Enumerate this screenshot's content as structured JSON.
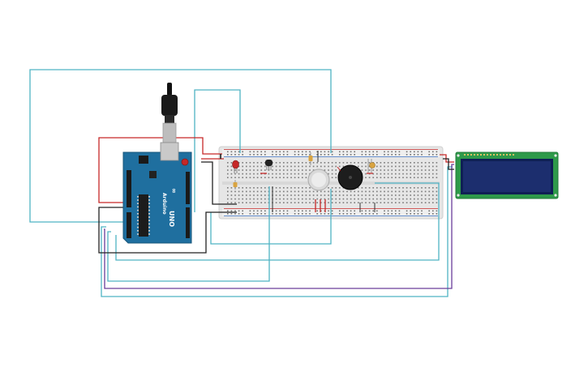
{
  "arduino": {
    "model_label": "UNO",
    "brand_label": "Arduino",
    "logo_text": "∞",
    "board_color": "#1f6f9f"
  },
  "colors": {
    "wire_teal": "#4fb3c4",
    "wire_red": "#c62828",
    "wire_black": "#222222",
    "wire_purple": "#6a3d9a",
    "breadboard": "#e8e8e8",
    "lcd_pcb": "#2e9a4a",
    "lcd_screen": "#1c2e6e"
  },
  "components": [
    {
      "name": "arduino-uno"
    },
    {
      "name": "usb-cable"
    },
    {
      "name": "breadboard"
    },
    {
      "name": "led"
    },
    {
      "name": "resistor"
    },
    {
      "name": "temperature-sensor"
    },
    {
      "name": "potentiometer"
    },
    {
      "name": "piezo-buzzer"
    },
    {
      "name": "photoresistor"
    },
    {
      "name": "lcd-16x2"
    }
  ]
}
